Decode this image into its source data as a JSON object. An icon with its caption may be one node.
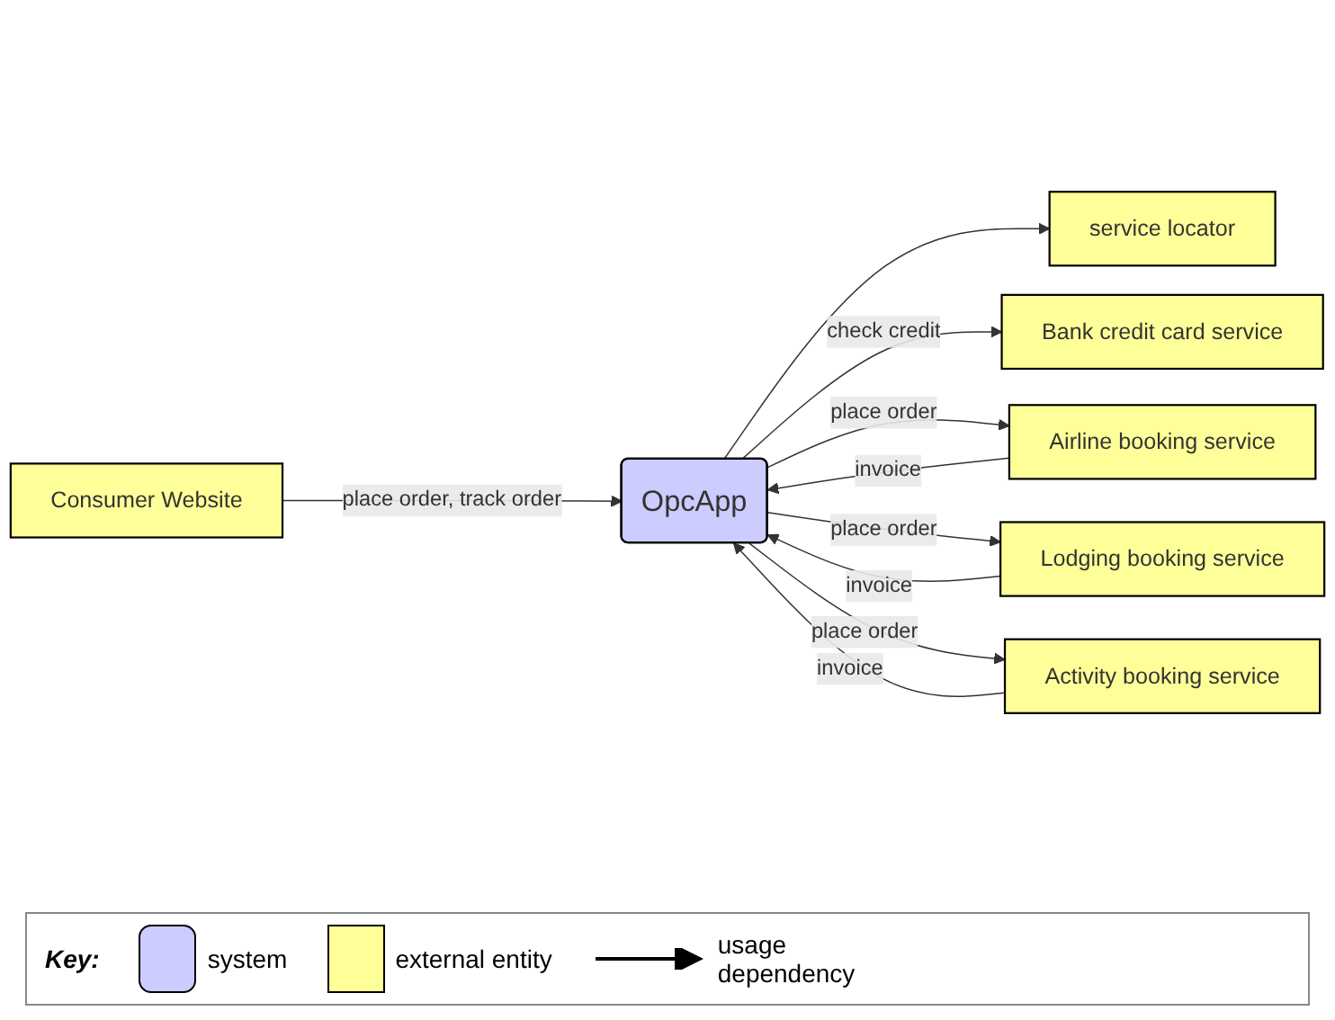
{
  "diagram": {
    "nodes": [
      {
        "text": [
          "Consumer Website"
        ]
      },
      {
        "text": [
          "service locator"
        ]
      },
      {
        "text": [
          "Bank credit card service"
        ]
      },
      {
        "text": [
          "OpcApp"
        ]
      },
      {
        "text": [
          "Airline booking service"
        ]
      },
      {
        "text": [
          "Lodging booking service"
        ]
      },
      {
        "text": [
          "Activity booking service"
        ]
      }
    ],
    "edges": [
      {
        "from": 0,
        "to": 3,
        "arrow": "to",
        "label": "place order, track order"
      },
      {
        "from": 3,
        "to": 1,
        "arrow": "to"
      },
      {
        "from": 3,
        "to": 2,
        "arrow": "to",
        "label": "check credit"
      },
      {
        "from": 3,
        "to": 4,
        "arrow": "to",
        "label": "place order"
      },
      {
        "from": 4,
        "to": 3,
        "arrow": "to",
        "label": "invoice"
      },
      {
        "from": 3,
        "to": 5,
        "arrow": "to",
        "label": "place order"
      },
      {
        "from": 5,
        "to": 3,
        "arrow": "to",
        "label": "invoice"
      },
      {
        "from": 3,
        "to": 6,
        "arrow": "to",
        "label": "place order"
      },
      {
        "from": 6,
        "to": 3,
        "arrow": "to",
        "label": "invoice"
      }
    ],
    "labels": [
      "Key:"
    ],
    "legend": [
      {
        "text": "system",
        "color": "#ccccff"
      },
      {
        "text": "external entity",
        "color": "#ffff99"
      },
      {
        "text": "usage dependency"
      }
    ]
  }
}
